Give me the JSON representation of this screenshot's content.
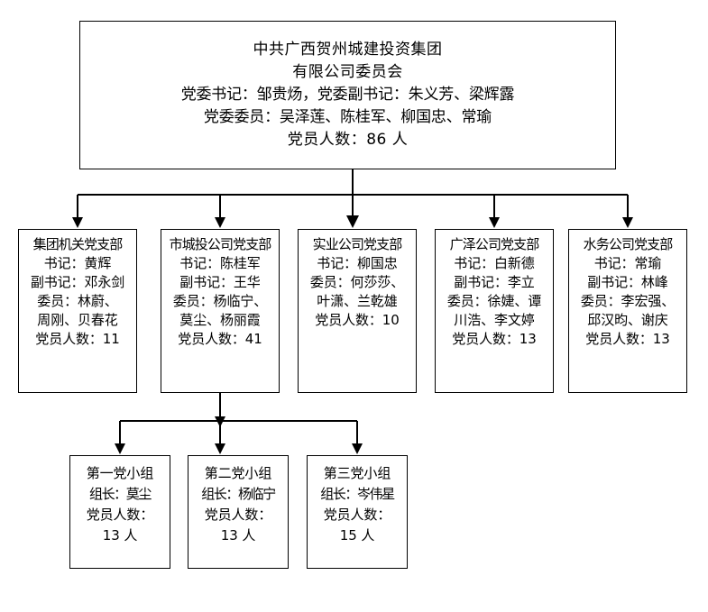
{
  "root": {
    "lines": [
      "中共广西贺州城建投资集团",
      "有限公司委员会",
      "党委书记：邹贵炀，党委副书记：朱义芳、梁辉露",
      "党委委员：吴泽莲、陈桂军、柳国忠、常瑜",
      "党员人数：86 人"
    ]
  },
  "branches": [
    {
      "title": "集团机关党支部",
      "lines": [
        "书记：黄辉",
        "副书记：邓永剑",
        "委员：林蔚、",
        "周刚、贝春花",
        "党员人数：11"
      ]
    },
    {
      "title": "市城投公司党支部",
      "lines": [
        "书记：陈桂军",
        "副书记：王华",
        "委员：杨临宁、",
        "莫尘、杨丽霞",
        "党员人数：41"
      ]
    },
    {
      "title": "实业公司党支部",
      "lines": [
        "书记：柳国忠",
        "委员：何莎莎、",
        "叶潇、兰乾雄",
        "党员人数：10",
        ""
      ]
    },
    {
      "title": "广泽公司党支部",
      "lines": [
        "书记：白新德",
        "副书记：李立",
        "委员：徐婕、谭",
        "川浩、李文婷",
        "党员人数：13"
      ]
    },
    {
      "title": "水务公司党支部",
      "lines": [
        "书记：常瑜",
        "副书记：林峰",
        "委员：李宏强、",
        "邱汉昀、谢庆",
        "党员人数：13"
      ]
    }
  ],
  "groups": [
    {
      "title": "第一党小组",
      "leader": "组长：莫尘",
      "count_label": "党员人数：",
      "count_value": "13 人"
    },
    {
      "title": "第二党小组",
      "leader": "组长：杨临宁",
      "count_label": "党员人数：",
      "count_value": "13 人"
    },
    {
      "title": "第三党小组",
      "leader": "组长：岑伟星",
      "count_label": "党员人数：",
      "count_value": "15 人"
    }
  ],
  "style": {
    "line_color": "#000000",
    "background": "#ffffff"
  }
}
